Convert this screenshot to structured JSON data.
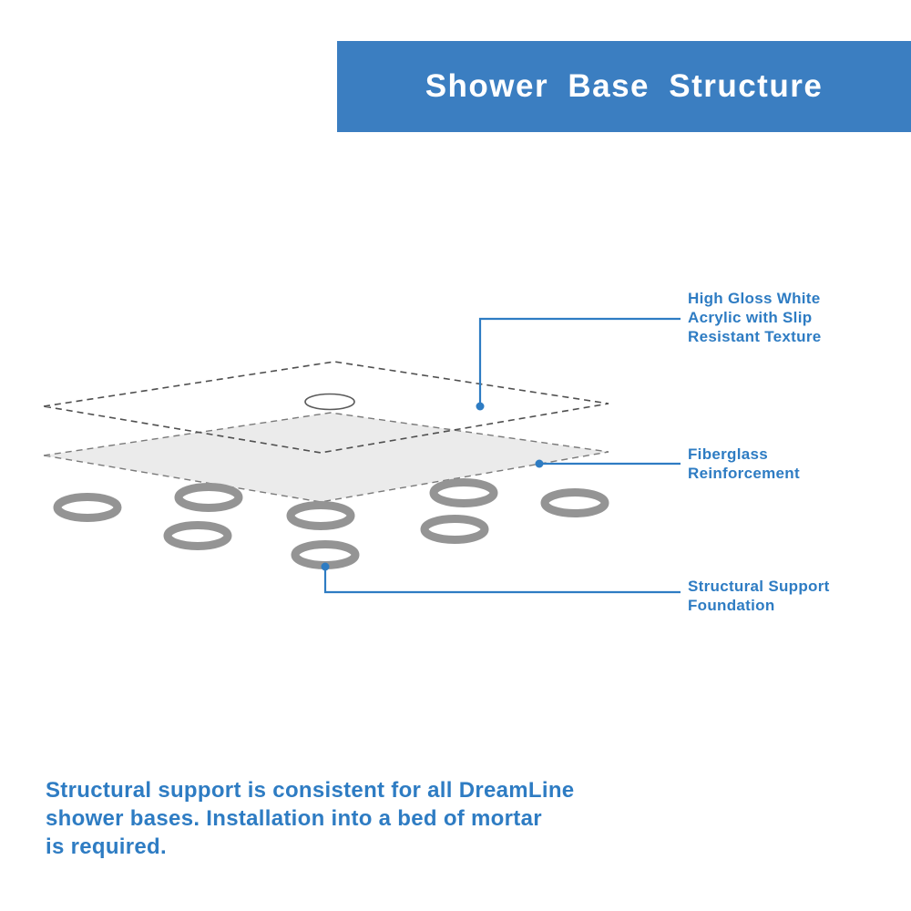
{
  "header": {
    "title": "Shower Base Structure"
  },
  "callouts": [
    {
      "name": "acrylic",
      "lines": [
        "High Gloss White",
        "Acrylic with Slip",
        "Resistant Texture"
      ]
    },
    {
      "name": "fiberglass",
      "lines": [
        "Fiberglass",
        "Reinforcement"
      ]
    },
    {
      "name": "foundation",
      "lines": [
        "Structural Support",
        "Foundation"
      ]
    }
  ],
  "footer": {
    "lines": [
      "Structural support is consistent for all DreamLine",
      "shower bases. Installation into a bed of mortar",
      "is required."
    ]
  },
  "diagram": {
    "parts": [
      "acrylic-top-layer",
      "drain-opening",
      "fiberglass-layer",
      "support-rings"
    ]
  },
  "colors": {
    "banner_blue": "#3b7ec1",
    "accent_blue": "#2e7cc3",
    "layer_gray": "#ebebeb",
    "ring_gray": "#949494"
  }
}
